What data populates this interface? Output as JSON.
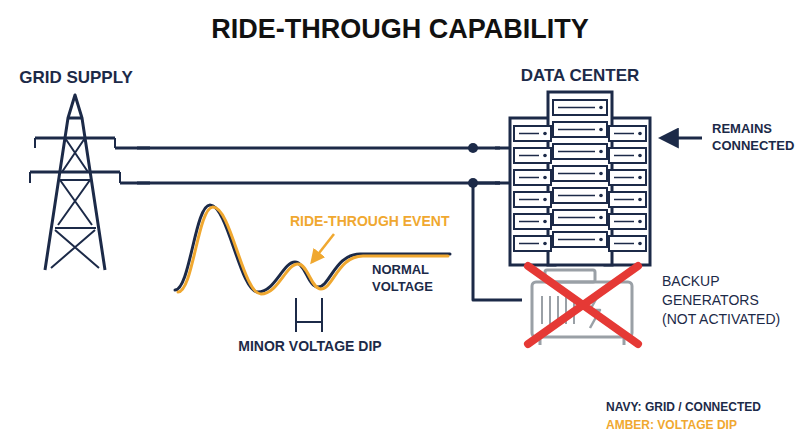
{
  "diagram": {
    "title": "RIDE-THROUGH CAPABILITY",
    "nodes": [
      {
        "text": [
          "GRID SUPPLY"
        ]
      },
      {
        "text": [
          "DATA CENTER"
        ]
      },
      {
        "text": [
          "BACKUP GENERATORS (NOT ACTIVATED)"
        ]
      }
    ],
    "edges": [
      {
        "from": 0,
        "to": 1,
        "arrow": "none"
      },
      {
        "from": 0,
        "to": 1,
        "arrow": "none"
      },
      {
        "from": 1,
        "to": 2,
        "arrow": "none"
      }
    ],
    "labels": [
      "REMAINS CONNECTED",
      "RIDE-THROUGH EVENT",
      "NORMAL VOLTAGE",
      "MINOR VOLTAGE DIP"
    ],
    "legend": [
      {
        "text": "NAVY: GRID / CONNECTED",
        "color": "#1c2a48"
      },
      {
        "text": "AMBER: VOLTAGE DIP",
        "color": "#f0a830"
      }
    ]
  }
}
